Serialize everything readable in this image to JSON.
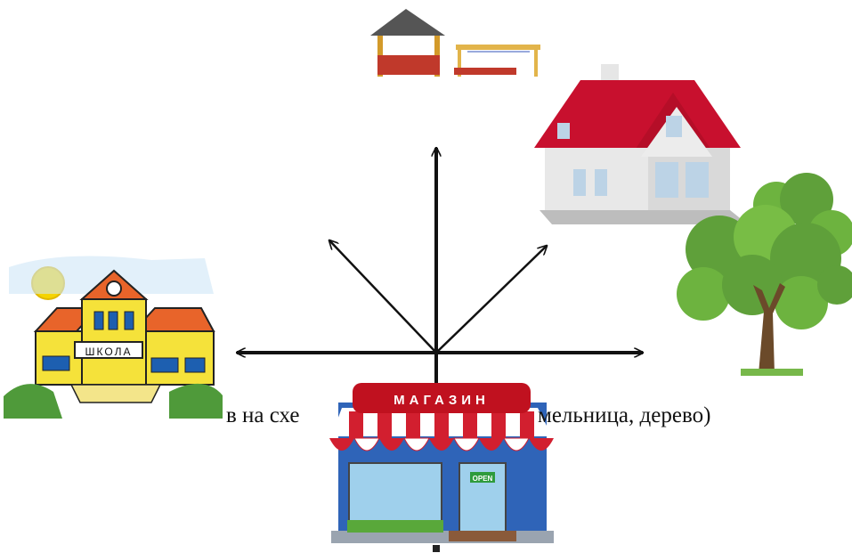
{
  "caption": {
    "left_fragment": "в на схе",
    "right_fragment": "мельница, дерево)"
  },
  "signs": {
    "school": "ШКОЛА",
    "shop": "МАГАЗИН",
    "door": "OPEN"
  },
  "colors": {
    "arrow": "#111111",
    "roof_red": "#c8102e",
    "wall_grey": "#dcdcdc",
    "school_yellow": "#f5e23a",
    "school_roof": "#e8642a",
    "tree_green": "#5fa03a",
    "trunk": "#6b4a2a",
    "shop_awning_red": "#d21f2f",
    "shop_blue": "#2f64b8",
    "sun": "#f5d400"
  },
  "icons": [
    "playground-icon",
    "house-icon",
    "tree-icon",
    "school-icon",
    "shop-icon"
  ]
}
